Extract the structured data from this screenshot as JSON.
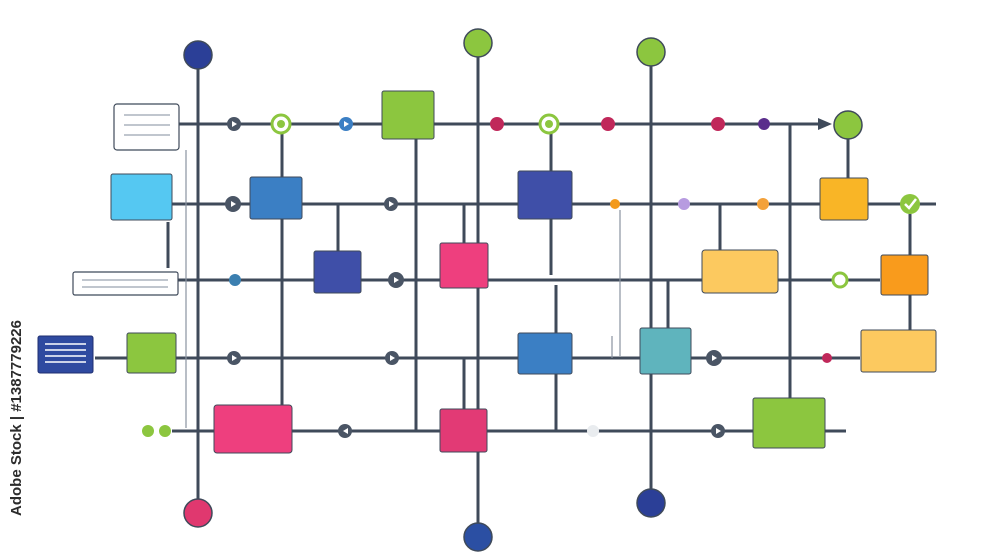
{
  "watermark": {
    "text": "Adobe Stock | #1387779226"
  },
  "palette": {
    "line": "#3f4a5a",
    "navy": "#2b3f97",
    "green": "#8cc63f",
    "magenta": "#e0386f",
    "sky": "#55c8f2",
    "blue": "#3b7fc4",
    "indigo": "#3f4fa8",
    "pink": "#ee3f7e",
    "gold": "#f9b526",
    "orange": "#f99b1c",
    "light-orange": "#fcc95f",
    "teal": "#5fb4bd"
  },
  "nodes": {
    "top_circles": [
      "navy",
      "green",
      "green",
      "green"
    ],
    "bottom_circles": [
      "magenta",
      "navy",
      "navy"
    ],
    "boxes": [
      "green",
      "indigo",
      "sky",
      "blue",
      "pink",
      "gold",
      "light-orange",
      "orange",
      "green",
      "blue",
      "teal",
      "light-orange",
      "pink",
      "pink",
      "green"
    ],
    "forms": [
      "text-card",
      "text-bar",
      "list-card"
    ]
  }
}
